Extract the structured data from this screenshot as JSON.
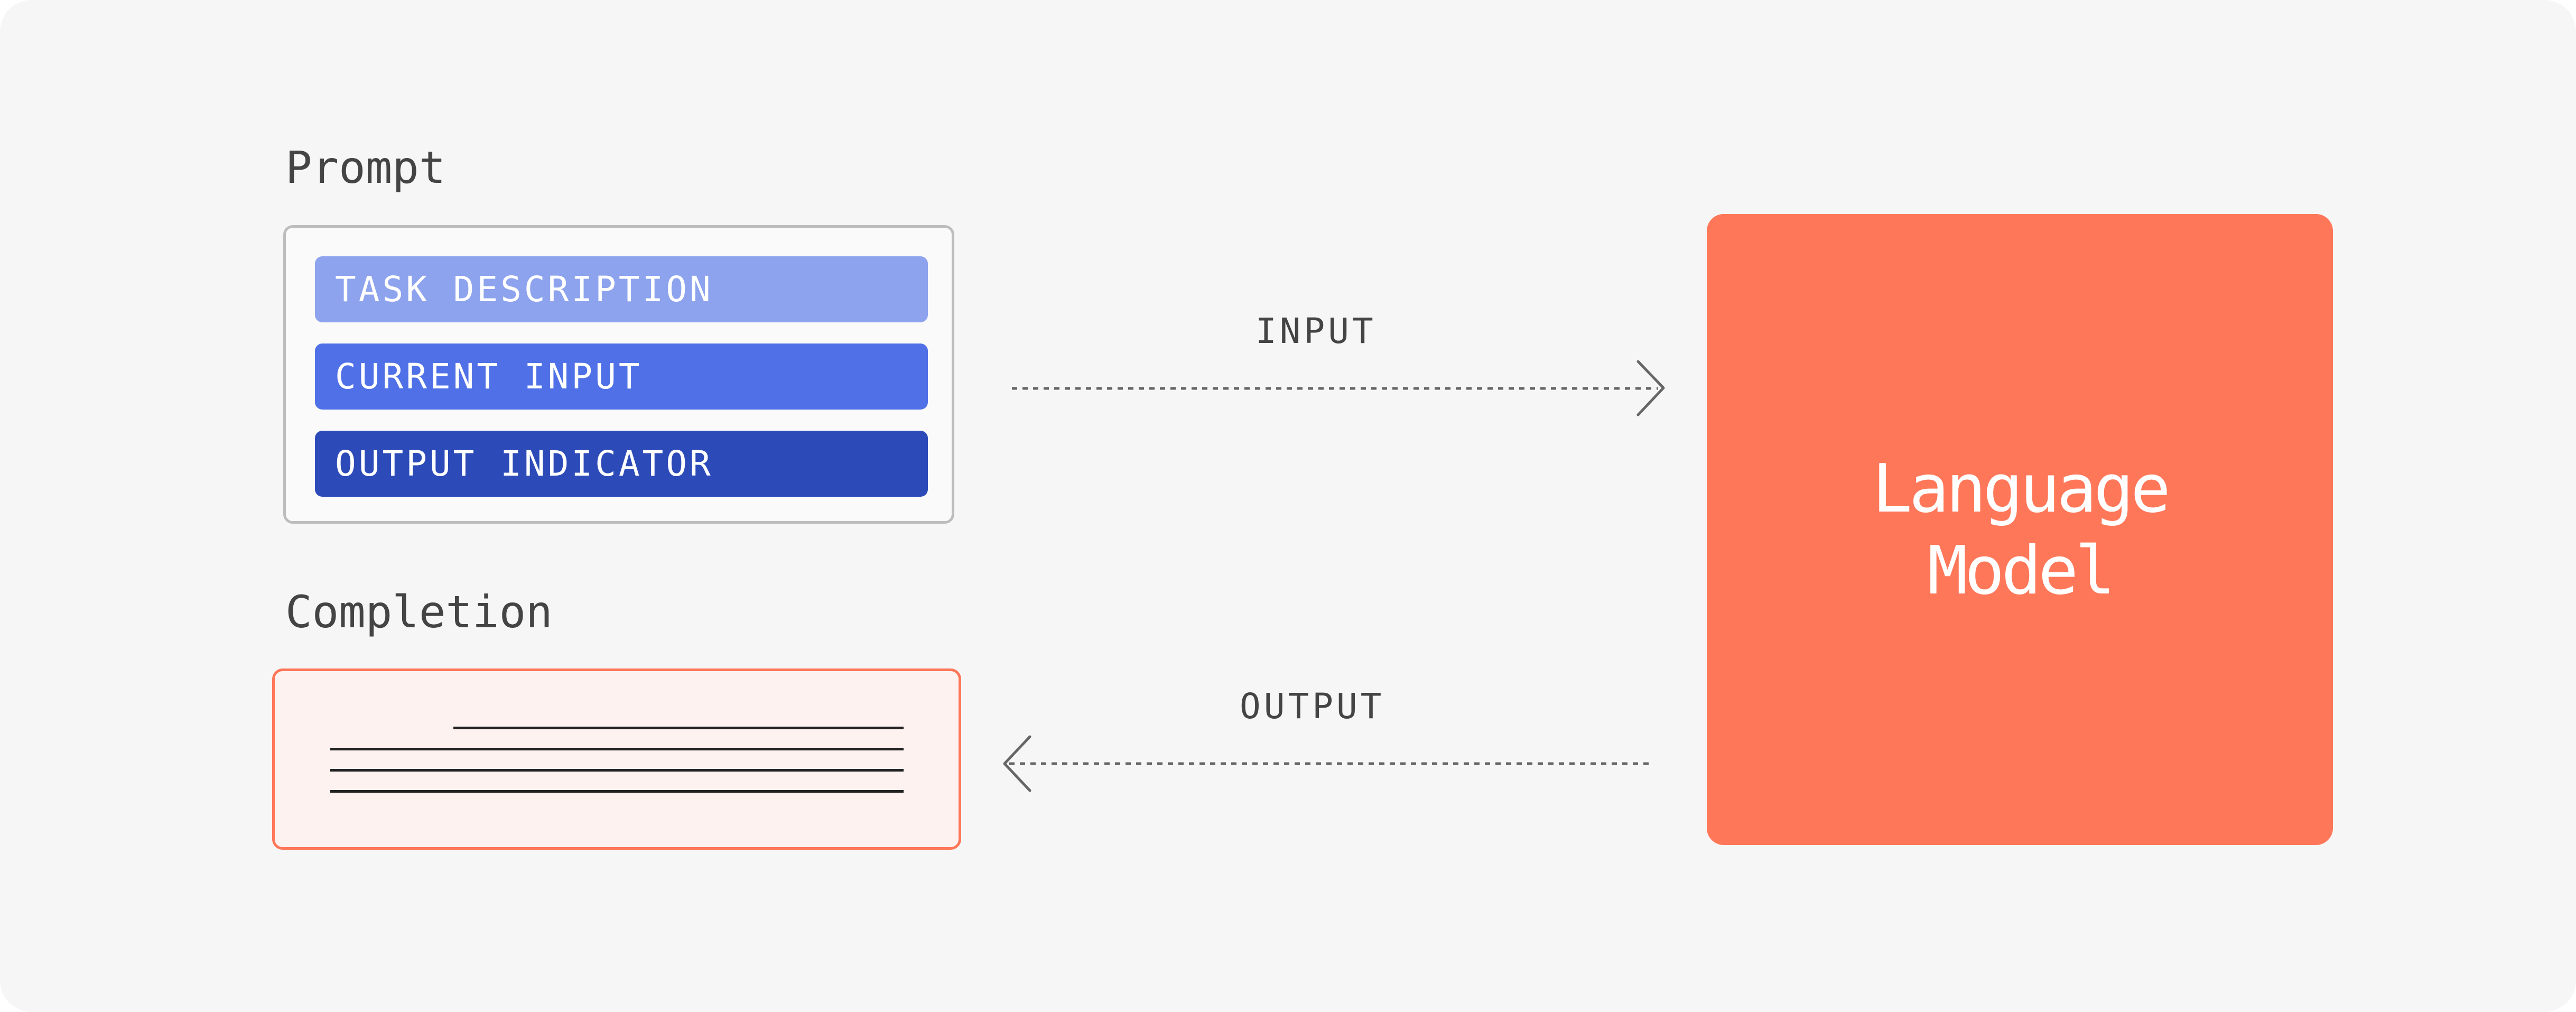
{
  "prompt": {
    "label": "Prompt",
    "items": [
      {
        "label": "TASK DESCRIPTION",
        "color": "#8da3ee"
      },
      {
        "label": "CURRENT INPUT",
        "color": "#4f70e6"
      },
      {
        "label": "OUTPUT INDICATOR",
        "color": "#2d4bb8"
      }
    ]
  },
  "completion": {
    "label": "Completion",
    "border_color": "#ff7759",
    "fill_color": "#fdf2f0"
  },
  "arrows": {
    "input_label": "INPUT",
    "output_label": "OUTPUT",
    "color": "#666666"
  },
  "model": {
    "line1": "Language",
    "line2": "Model",
    "color": "#ff7759"
  }
}
